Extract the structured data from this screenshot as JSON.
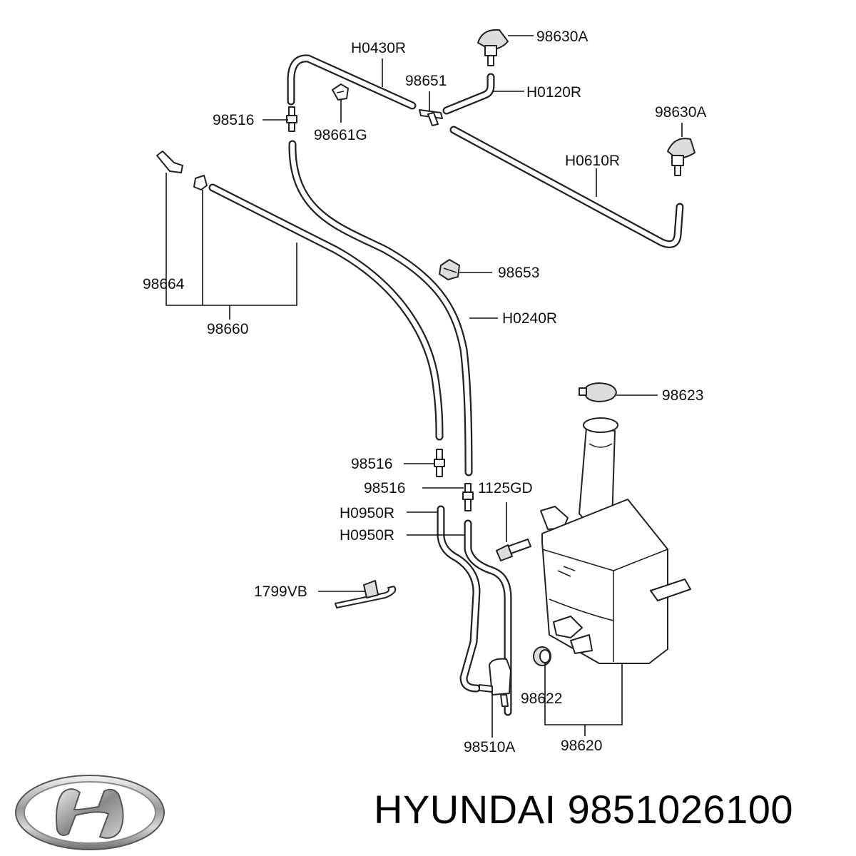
{
  "diagram": {
    "callouts": [
      {
        "id": "c1",
        "label": "H0430R"
      },
      {
        "id": "c2",
        "label": "98630A"
      },
      {
        "id": "c3",
        "label": "98651"
      },
      {
        "id": "c4",
        "label": "H0120R"
      },
      {
        "id": "c5",
        "label": "98516"
      },
      {
        "id": "c6",
        "label": "98661G"
      },
      {
        "id": "c7",
        "label": "98630A"
      },
      {
        "id": "c8",
        "label": "H0610R"
      },
      {
        "id": "c9",
        "label": "98653"
      },
      {
        "id": "c10",
        "label": "98664"
      },
      {
        "id": "c11",
        "label": "98660"
      },
      {
        "id": "c12",
        "label": "H0240R"
      },
      {
        "id": "c13",
        "label": "98623"
      },
      {
        "id": "c14",
        "label": "98516"
      },
      {
        "id": "c15",
        "label": "98516"
      },
      {
        "id": "c16",
        "label": "1125GD"
      },
      {
        "id": "c17",
        "label": "H0950R"
      },
      {
        "id": "c18",
        "label": "H0950R"
      },
      {
        "id": "c19",
        "label": "1799VB"
      },
      {
        "id": "c20",
        "label": "98622"
      },
      {
        "id": "c21",
        "label": "98510A"
      },
      {
        "id": "c22",
        "label": "98620"
      }
    ]
  },
  "footer": {
    "brand": "HYUNDAI",
    "part_number": "9851026100",
    "logo_icon": "hyundai-logo-icon"
  }
}
